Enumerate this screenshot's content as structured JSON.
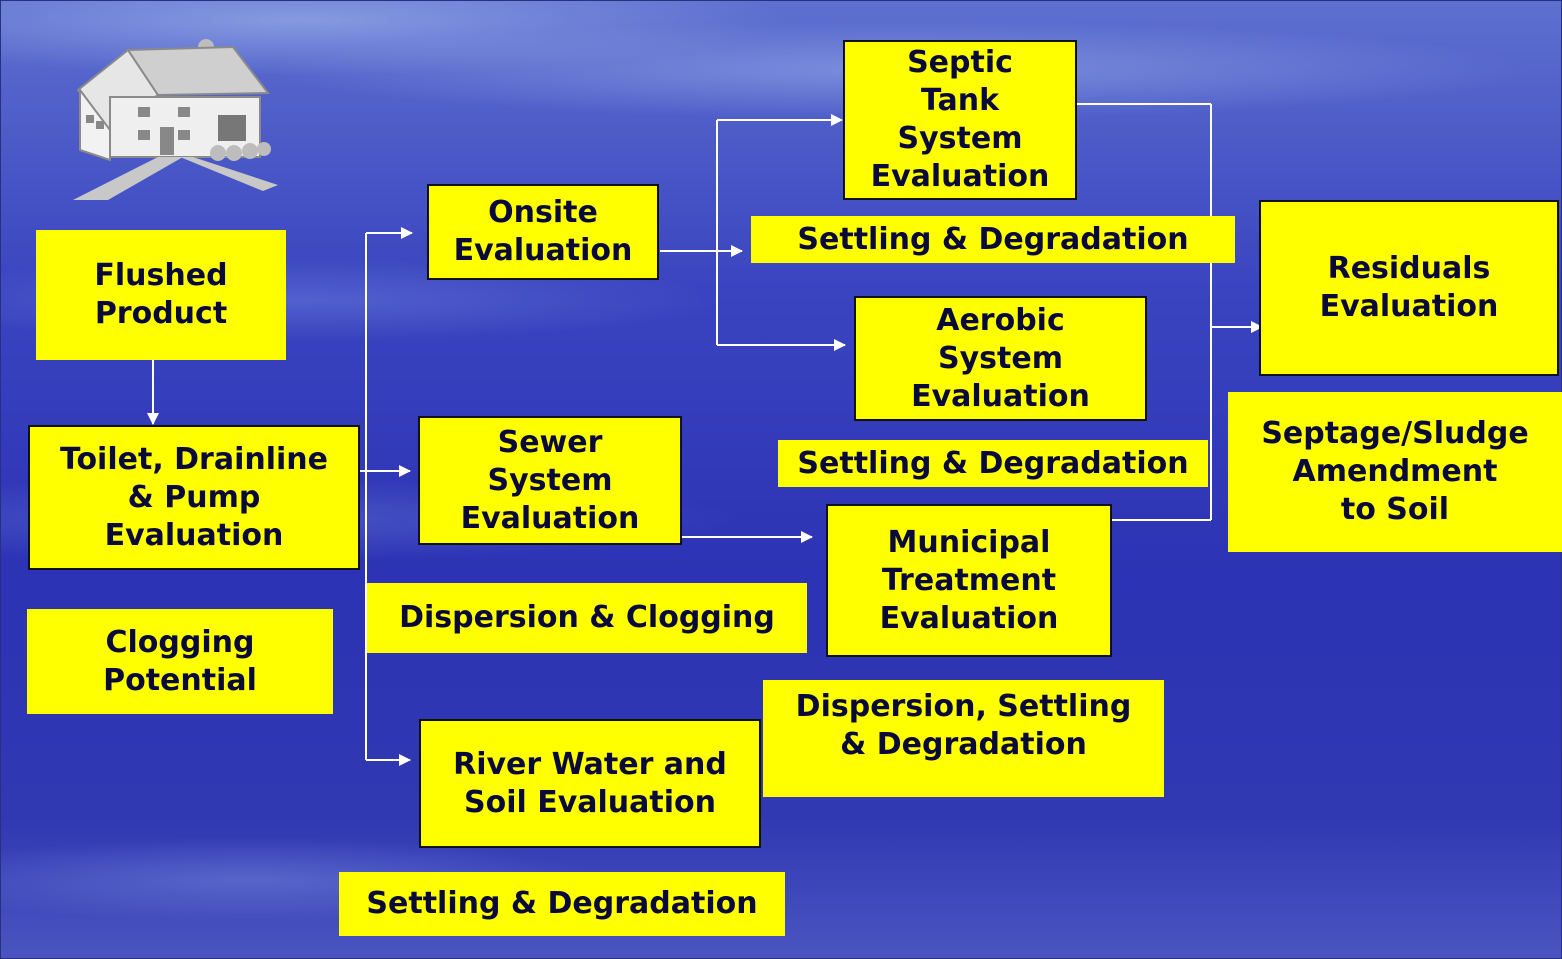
{
  "nodes": {
    "flushed_product": "Flushed\nProduct",
    "toilet_drainline_pump": "Toilet, Drainline\n& Pump\nEvaluation",
    "clogging_potential": "Clogging\nPotential",
    "onsite_evaluation": "Onsite\nEvaluation",
    "sewer_system_evaluation": "Sewer\nSystem\nEvaluation",
    "river_water_soil": "River Water and\nSoil Evaluation",
    "septic_tank_system": "Septic\nTank\nSystem\nEvaluation",
    "aerobic_system": "Aerobic\nSystem\nEvaluation",
    "municipal_treatment": "Municipal\nTreatment\nEvaluation",
    "residuals_evaluation": "Residuals\nEvaluation",
    "septage_sludge": "Septage/Sludge\nAmendment\nto Soil"
  },
  "process_labels": {
    "onsite_settling": "Settling & Degradation",
    "aerobic_settling": "Settling & Degradation",
    "sewer_dispersion": "Dispersion &  Clogging",
    "municipal_dispersion": "Dispersion, Settling\n& Degradation",
    "river_settling": "Settling & Degradation"
  },
  "colors": {
    "box_fill": "#ffff00",
    "box_text": "#0a0a3a",
    "connector": "#ffffff",
    "background": "#3038b2"
  },
  "icons": {
    "house": "house-icon"
  }
}
